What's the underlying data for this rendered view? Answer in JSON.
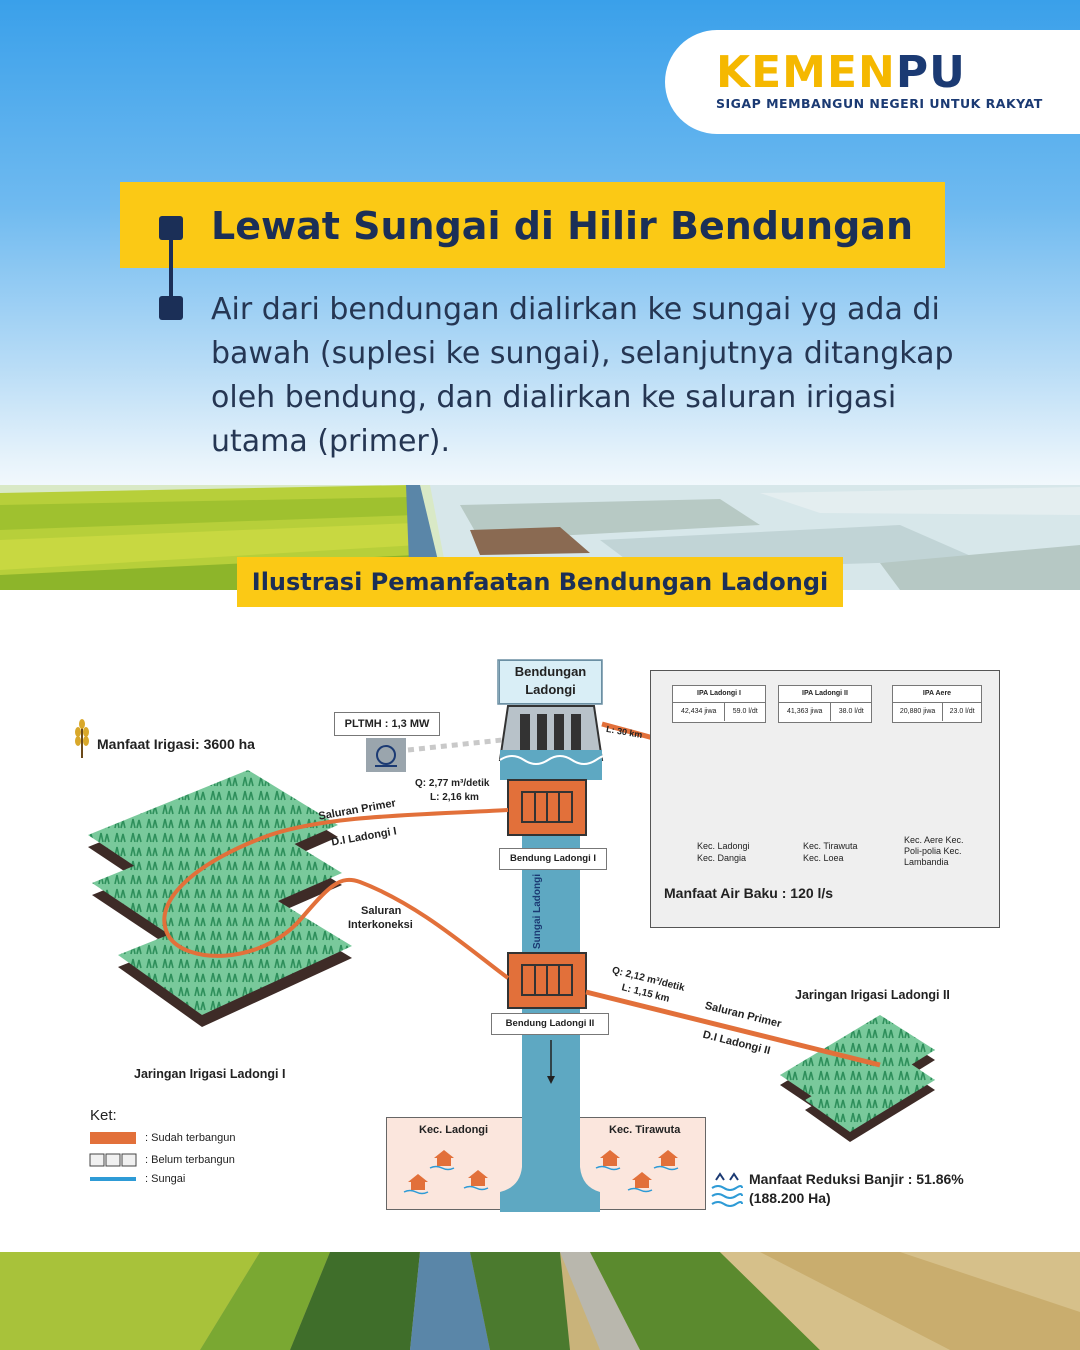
{
  "brand": {
    "name_part1": "KEMEN",
    "name_part2": "PU",
    "tagline": "SIGAP MEMBANGUN NEGERI UNTUK RAKYAT",
    "color_yellow": "#f5b800",
    "color_navy": "#1b3a73"
  },
  "header": {
    "title": "Lewat Sungai di Hilir Bendungan",
    "body": "Air dari bendungan dialirkan ke sungai yg ada di bawah (suplesi ke sungai), selanjutnya ditangkap oleh bendung, dan dialirkan ke saluran irigasi utama (primer)."
  },
  "diagram": {
    "subtitle": "Ilustrasi Pemanfaatan Bendungan Ladongi",
    "dam_label_line1": "Bendungan",
    "dam_label_line2": "Ladongi",
    "pltmh": "PLTMH : 1,3 MW",
    "irrigation_benefit": "Manfaat Irigasi: 3600 ha",
    "length_30km": "L: 30 km",
    "weir1_flow": "Q: 2,77 m³/detik",
    "weir1_length": "L: 2,16 km",
    "weir1_name": "Bendung Ladongi I",
    "weir2_name": "Bendung Ladongi II",
    "weir2_flow": "Q: 2,12 m³/detik",
    "weir2_length": "L: 1,15 km",
    "river_name": "Sungai Ladongi",
    "primary_channel": "Saluran Primer",
    "di_ladongi_1": "D.I Ladongi I",
    "di_ladongi_2": "D.I Ladongi II",
    "interconnect_line1": "Saluran",
    "interconnect_line2": "Interkoneksi",
    "network_1": "Jaringan Irigasi Ladongi I",
    "network_2": "Jaringan Irigasi Ladongi II",
    "ipa": [
      {
        "name": "IPA Ladongi I",
        "population": "42,434 jiwa",
        "flow": "59.0 l/dt",
        "area_line1": "Kec. Ladongi",
        "area_line2": "Kec. Dangia",
        "area_line3": ""
      },
      {
        "name": "IPA Ladongi II",
        "population": "41,363 jiwa",
        "flow": "38.0 l/dt",
        "area_line1": "Kec. Tirawuta",
        "area_line2": "Kec. Loea",
        "area_line3": ""
      },
      {
        "name": "IPA Aere",
        "population": "20,880 jiwa",
        "flow": "23.0 l/dt",
        "area_line1": "Kec. Aere Kec.",
        "area_line2": "Poli-polia Kec.",
        "area_line3": "Lambandia"
      }
    ],
    "raw_water_benefit": "Manfaat Air Baku : 120 l/s",
    "flood_area_left": "Kec. Ladongi",
    "flood_area_right": "Kec. Tirawuta",
    "flood_benefit_line1": "Manfaat Reduksi Banjir : 51.86%",
    "flood_benefit_line2": "(188.200 Ha)",
    "legend": {
      "title": "Ket:",
      "built": ": Sudah terbangun",
      "not_built": ": Belum terbangun",
      "river": ": Sungai"
    },
    "colors": {
      "orange": "#e2703a",
      "river_blue": "#5ea8c2",
      "field_green": "#5fbf8e",
      "field_dark": "#3e2b27"
    }
  }
}
